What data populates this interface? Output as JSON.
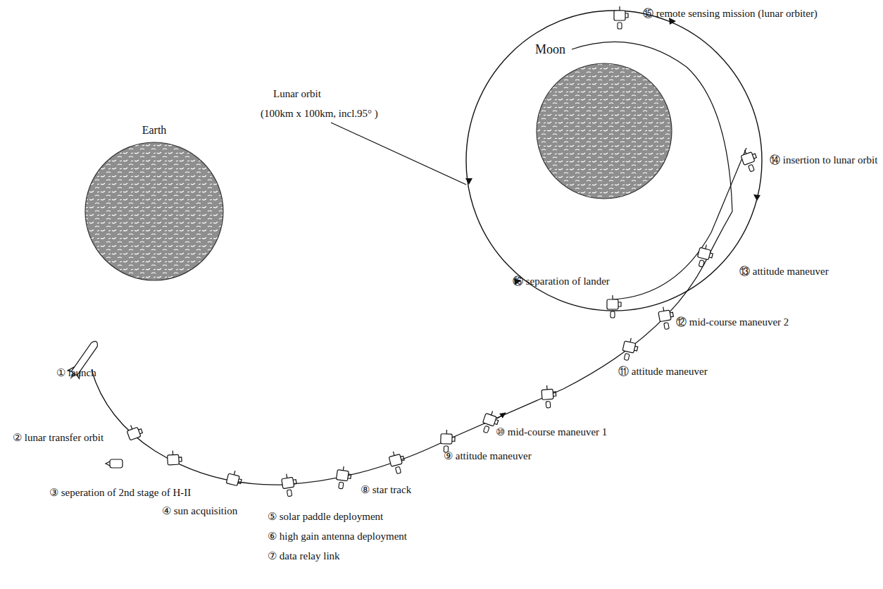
{
  "diagram": {
    "nodes": [
      {
        "text": [
          "Earth"
        ]
      },
      {
        "text": [
          "Moon"
        ]
      }
    ],
    "labels": [
      "⑮ remote sensing mission (lunar orbiter)",
      "Lunar orbit",
      "(100km x 100km, incl.95° )",
      "⑭ insertion to lunar orbit",
      "⑯ separation of lander",
      "⑬ attitude maneuver",
      "⑫ mid-course maneuver 2",
      "⑪ attitude maneuver",
      "① launch",
      "⑩ mid-course maneuver 1",
      "② lunar transfer orbit",
      "⑨ attitude maneuver",
      "③ seperation of 2nd stage of H-II",
      "⑧ star track",
      "④ sun acquisition",
      "⑤ solar paddle deployment",
      "⑥ high gain antenna deployment",
      "⑦ data relay link"
    ]
  }
}
